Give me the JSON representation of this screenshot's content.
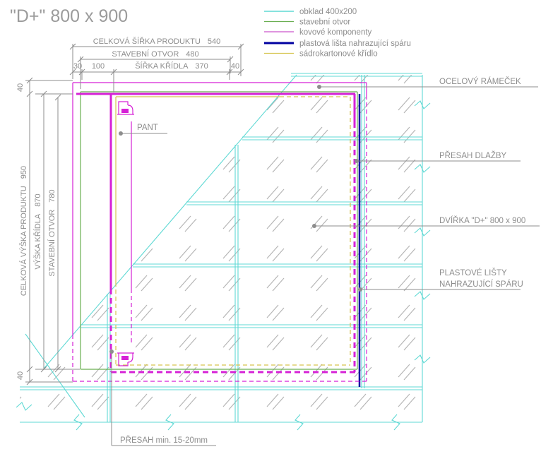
{
  "title": "\"D+\" 800 x 900",
  "legend": {
    "items": [
      {
        "label": "obklad 400x200",
        "color": "#5fd9d4"
      },
      {
        "label": "stavební otvor",
        "color": "#6aaf52"
      },
      {
        "label": "kovové komponenty",
        "color": "#cc55cc"
      },
      {
        "label": "plastová lišta nahrazující spáru",
        "color": "#0000a0"
      },
      {
        "label": "sádrokartonové křídlo",
        "color": "#d6c44e"
      }
    ]
  },
  "dimensions": {
    "top": [
      {
        "label": "CELKOVÁ ŠÍŘKA PRODUKTU",
        "value": "540"
      },
      {
        "label": "STAVEBNÍ OTVOR",
        "value": "480"
      },
      {
        "label": "ŠÍŘKA KŘÍDLA",
        "value": "370"
      }
    ],
    "top_small": {
      "left_gap": "30",
      "hinge_offset": "100",
      "right_gap": "40"
    },
    "left": [
      {
        "label": "CELKOVÁ VÝŠKA PRODUKTU",
        "value": "950"
      },
      {
        "label": "VÝŠKA KŘÍDLA",
        "value": "870"
      },
      {
        "label": "STAVEBNÍ OTVOR",
        "value": "780"
      }
    ],
    "left_small": {
      "top_gap": "40",
      "bottom_gap": "40"
    }
  },
  "callouts": {
    "steel_frame": "OCELOVÝ RÁMEČEK",
    "tile_overhang": "PŘESAH DLAŽBY",
    "door": "DVÍŘKA \"D+\" 800 x 900",
    "plastic_strips_line1": "PLASTOVÉ LIŠTY",
    "plastic_strips_line2": "NAHRAZUJÍCÍ SPÁRU",
    "hinge": "PANT",
    "tile_overlap_bottom": "PŘESAH min. 15-20mm"
  },
  "colors": {
    "tile_joints": "#5fd9d4",
    "construction_opening": "#6aaf52",
    "metal_components": "#d621d6",
    "plastic_strip": "#0000a0",
    "drywall_leaf": "#d6c44e",
    "annotations": "#8d8d8d",
    "hatch": "#b5b5b5",
    "background": "#ffffff"
  }
}
